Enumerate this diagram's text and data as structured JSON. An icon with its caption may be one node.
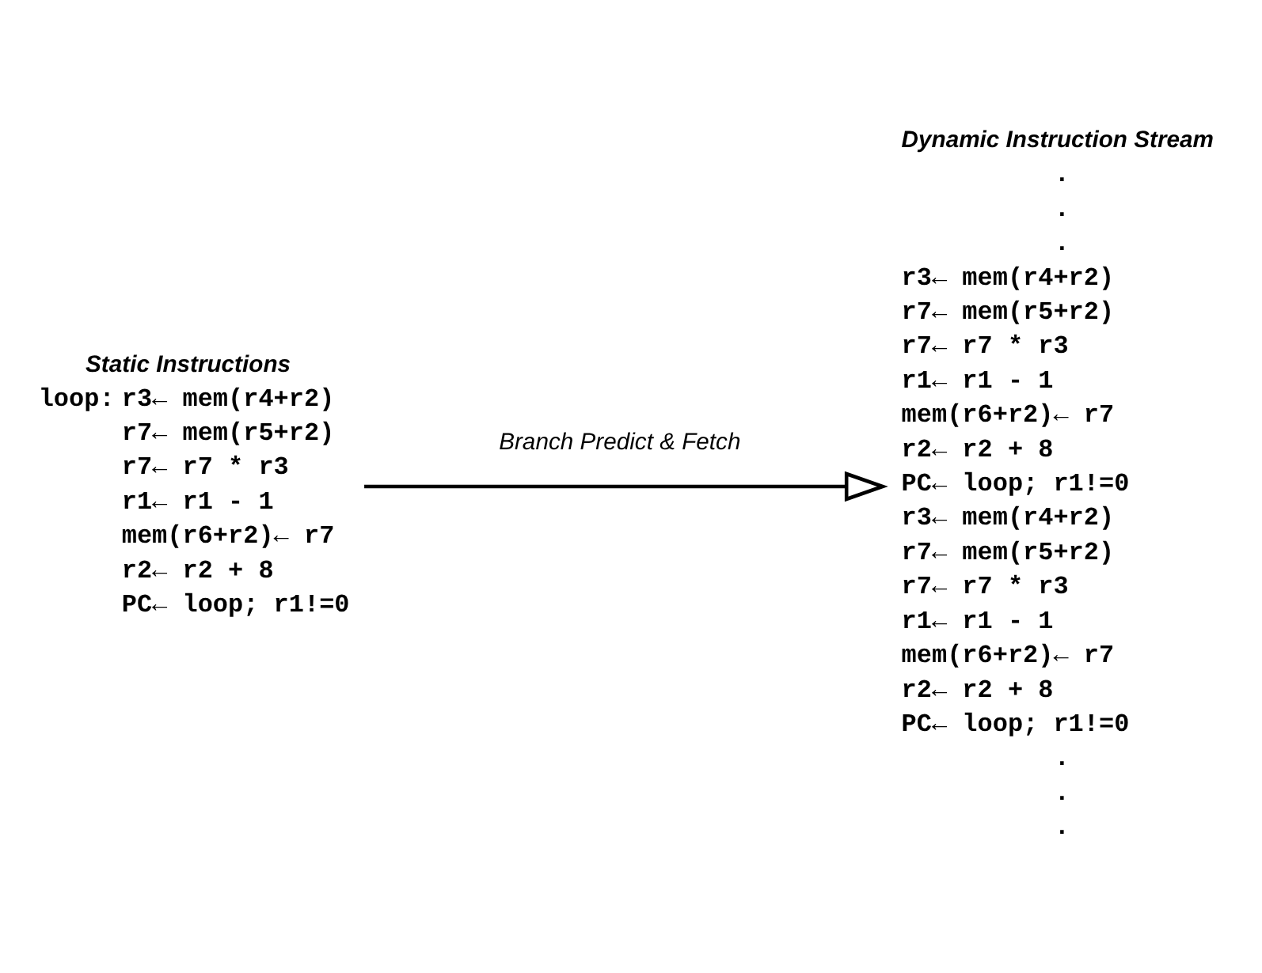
{
  "diagram": {
    "nodes": [
      {
        "text": [
          "Static Instructions",
          "loop:",
          "r3← mem(r4+r2)",
          "r7← mem(r5+r2)",
          "r7← r7 * r3",
          "r1← r1 - 1",
          "mem(r6+r2)← r7",
          "r2← r2 + 8",
          "PC← loop; r1!=0"
        ]
      },
      {
        "text": [
          "Dynamic Instruction Stream",
          ".",
          ".",
          ".",
          "r3← mem(r4+r2)",
          "r7← mem(r5+r2)",
          "r7← r7 * r3",
          "r1← r1 - 1",
          "mem(r6+r2)← r7",
          "r2← r2 + 8",
          "PC← loop; r1!=0",
          "r3← mem(r4+r2)",
          "r7← mem(r5+r2)",
          "r7← r7 * r3",
          "r1← r1 - 1",
          "mem(r6+r2)← r7",
          "r2← r2 + 8",
          "PC← loop; r1!=0",
          ".",
          ".",
          "."
        ]
      }
    ],
    "edges": [
      {
        "from": 0,
        "to": 1,
        "arrow": "to",
        "label": "Branch Predict & Fetch"
      }
    ]
  }
}
